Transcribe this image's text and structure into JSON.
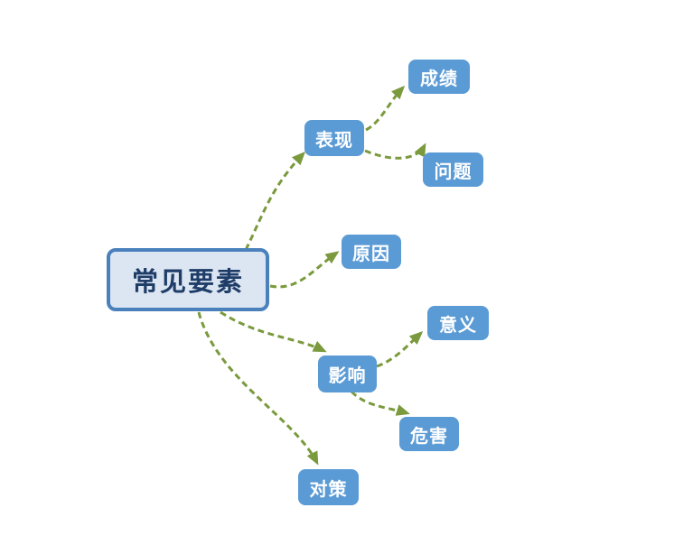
{
  "diagram": {
    "type": "mindmap",
    "root": {
      "id": "root",
      "label": "常见要素"
    },
    "nodes": [
      {
        "id": "performance",
        "label": "表现"
      },
      {
        "id": "achievements",
        "label": "成绩"
      },
      {
        "id": "problems",
        "label": "问题"
      },
      {
        "id": "causes",
        "label": "原因"
      },
      {
        "id": "impact",
        "label": "影响"
      },
      {
        "id": "significance",
        "label": "意义"
      },
      {
        "id": "harms",
        "label": "危害"
      },
      {
        "id": "countermeasures",
        "label": "对策"
      }
    ],
    "edges": [
      {
        "from": "root",
        "to": "performance"
      },
      {
        "from": "root",
        "to": "causes"
      },
      {
        "from": "root",
        "to": "impact"
      },
      {
        "from": "root",
        "to": "countermeasures"
      },
      {
        "from": "performance",
        "to": "achievements"
      },
      {
        "from": "performance",
        "to": "problems"
      },
      {
        "from": "impact",
        "to": "significance"
      },
      {
        "from": "impact",
        "to": "harms"
      }
    ],
    "colors": {
      "branch_node_fill": "#5b9bd5",
      "branch_node_text": "#ffffff",
      "root_fill": "#dce6f2",
      "root_border": "#4a81bd",
      "root_text": "#1f3d68",
      "connector": "#7a9a3d",
      "background": "#ffffff"
    }
  }
}
